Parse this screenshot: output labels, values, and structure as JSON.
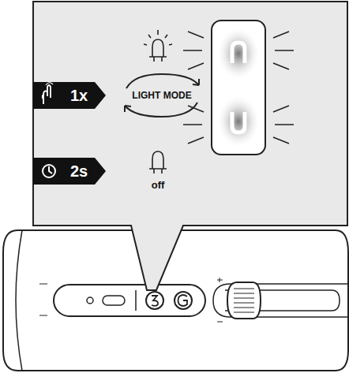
{
  "diagram": {
    "labels": [
      "1x",
      "LIGHT MODE",
      "2s",
      "off"
    ]
  }
}
